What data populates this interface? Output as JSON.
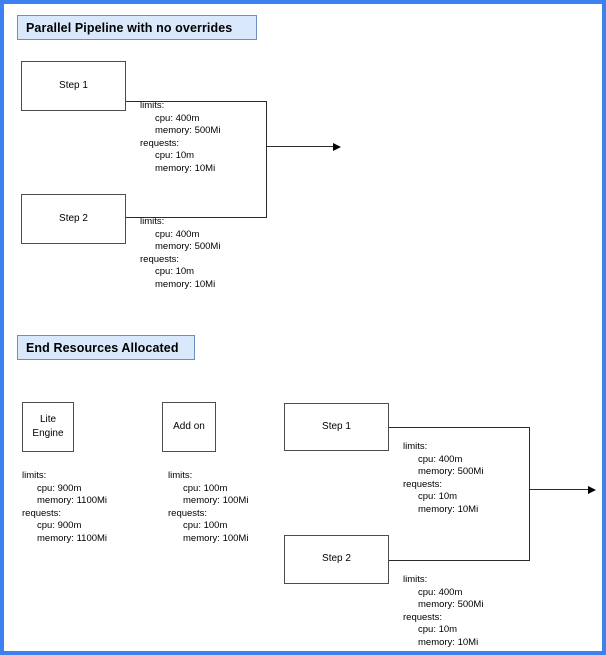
{
  "page": {
    "border_color": "#3b82f0",
    "background": "#ffffff"
  },
  "badge_style": {
    "fill": "#dae8fc",
    "stroke": "#6c8ebf"
  },
  "sections": [
    {
      "id": "parallel-pipeline",
      "title": "Parallel Pipeline with no overrides"
    },
    {
      "id": "end-resources",
      "title": "End Resources Allocated"
    }
  ],
  "top_diagram": {
    "nodes": [
      {
        "id": "step-1",
        "label": "Step 1"
      },
      {
        "id": "step-2",
        "label": "Step 2"
      }
    ],
    "specs": [
      {
        "id": "step-1-spec",
        "limits_label": "limits:",
        "limits_cpu": "cpu: 400m",
        "limits_memory": "memory: 500Mi",
        "requests_label": "requests:",
        "requests_cpu": "cpu: 10m",
        "requests_memory": "memory: 10Mi"
      },
      {
        "id": "step-2-spec",
        "limits_label": "limits:",
        "limits_cpu": "cpu: 400m",
        "limits_memory": "memory: 500Mi",
        "requests_label": "requests:",
        "requests_cpu": "cpu: 10m",
        "requests_memory": "memory: 10Mi"
      }
    ]
  },
  "bottom_diagram": {
    "nodes": [
      {
        "id": "lite-engine",
        "label_line1": "Lite",
        "label_line2": "Engine"
      },
      {
        "id": "add-on",
        "label_line1": "Add on",
        "label_line2": ""
      },
      {
        "id": "step-1",
        "label": "Step 1"
      },
      {
        "id": "step-2",
        "label": "Step 2"
      }
    ],
    "specs": [
      {
        "id": "lite-engine-spec",
        "limits_label": "limits:",
        "limits_cpu": "cpu: 900m",
        "limits_memory": "memory: 1100Mi",
        "requests_label": "requests:",
        "requests_cpu": "cpu: 900m",
        "requests_memory": "memory: 1100Mi"
      },
      {
        "id": "add-on-spec",
        "limits_label": "limits:",
        "limits_cpu": "cpu: 100m",
        "limits_memory": "memory: 100Mi",
        "requests_label": "requests:",
        "requests_cpu": "cpu: 100m",
        "requests_memory": "memory: 100Mi"
      },
      {
        "id": "step-1-spec",
        "limits_label": "limits:",
        "limits_cpu": "cpu: 400m",
        "limits_memory": "memory: 500Mi",
        "requests_label": "requests:",
        "requests_cpu": "cpu: 10m",
        "requests_memory": "memory: 10Mi"
      },
      {
        "id": "step-2-spec",
        "limits_label": "limits:",
        "limits_cpu": "cpu: 400m",
        "limits_memory": "memory: 500Mi",
        "requests_label": "requests:",
        "requests_cpu": "cpu: 10m",
        "requests_memory": "memory: 10Mi"
      }
    ]
  }
}
